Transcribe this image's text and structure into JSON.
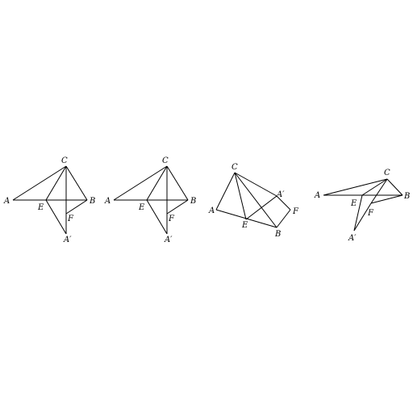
{
  "figures": [
    {
      "id": "fig1",
      "points": {
        "C": "C",
        "A": "A",
        "B": "B",
        "E": "E",
        "F": "F",
        "Ap": "A′"
      }
    },
    {
      "id": "fig2",
      "points": {
        "C": "C",
        "A": "A",
        "B": "B",
        "E": "E",
        "F": "F",
        "Ap": "A′"
      }
    },
    {
      "id": "fig3",
      "points": {
        "C": "C",
        "A": "A",
        "B": "B",
        "E": "E",
        "F": "F",
        "Ap": "A′"
      }
    },
    {
      "id": "fig4",
      "points": {
        "C": "C",
        "A": "A",
        "B": "B",
        "E": "E",
        "F": "F",
        "Ap": "A′"
      }
    }
  ]
}
